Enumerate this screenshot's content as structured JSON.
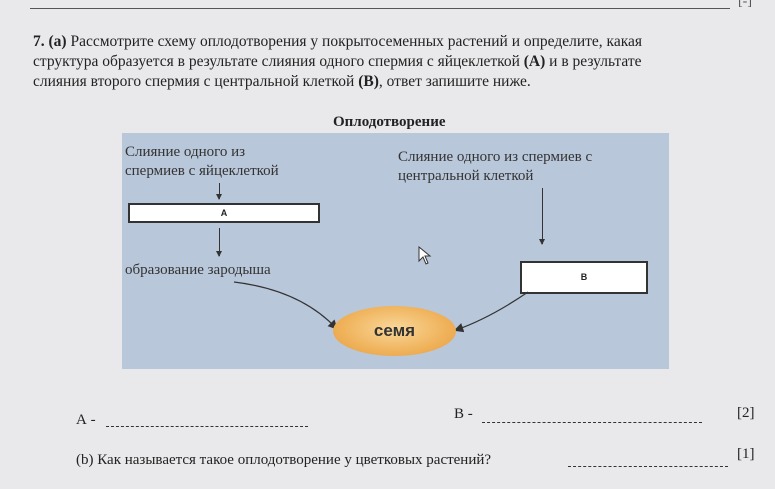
{
  "top_mark": "[-]",
  "question": {
    "number": "7.",
    "part_a": "(а)",
    "text_1": "Рассмотрите схему оплодотворения у покрытосеменных растений и определите, какая",
    "text_2": "структура образуется в результате слияния одного спермия с яйцеклеткой",
    "label_a": "(А)",
    "text_3": "и в результате",
    "text_4": "слияния второго спермия с центральной клеткой",
    "label_b": "(В)",
    "text_5": ", ответ запишите ниже."
  },
  "diagram": {
    "title": "Оплодотворение",
    "left_label_1": "Слияние одного из",
    "left_label_2": "спермиев с яйцеклеткой",
    "right_label_1": "Слияние одного из спермиев с",
    "right_label_2": "центральной клеткой",
    "box_a": "A",
    "box_b": "B",
    "embryo_label": "образование зародыша",
    "seed_label": "семя"
  },
  "answers": {
    "a_label": "А -",
    "b_label": "В -",
    "mark_1": "[2]",
    "part_b": "(b) Как называется такое оплодотворение у цветковых растений?",
    "mark_2": "[1]"
  }
}
